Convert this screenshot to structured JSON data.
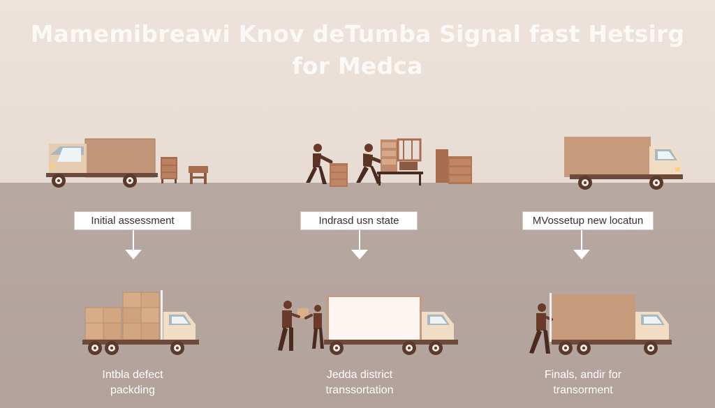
{
  "title": {
    "line1": "Mamemibreawi Knov deTumba Signal fast Hetsirg",
    "line2": "for Medca"
  },
  "steps": [
    {
      "label": "Initial assessment",
      "caption_line1": "Intbla defect",
      "caption_line2": "packding"
    },
    {
      "label": "Indrasd usn state",
      "caption_line1": "Jedda district",
      "caption_line2": "transsortation"
    },
    {
      "label": "MVossetup new locatun",
      "caption_line1": "Finals, andir for",
      "caption_line2": "transorment"
    }
  ],
  "colors": {
    "sky": "#ede3dc",
    "ground": "#b6a59f",
    "truck_body": "#c79a7c",
    "truck_cab": "#f1dcc4",
    "furniture": "#a0684c",
    "worker": "#6a3a2a",
    "title_text": "#fbf8f5"
  }
}
